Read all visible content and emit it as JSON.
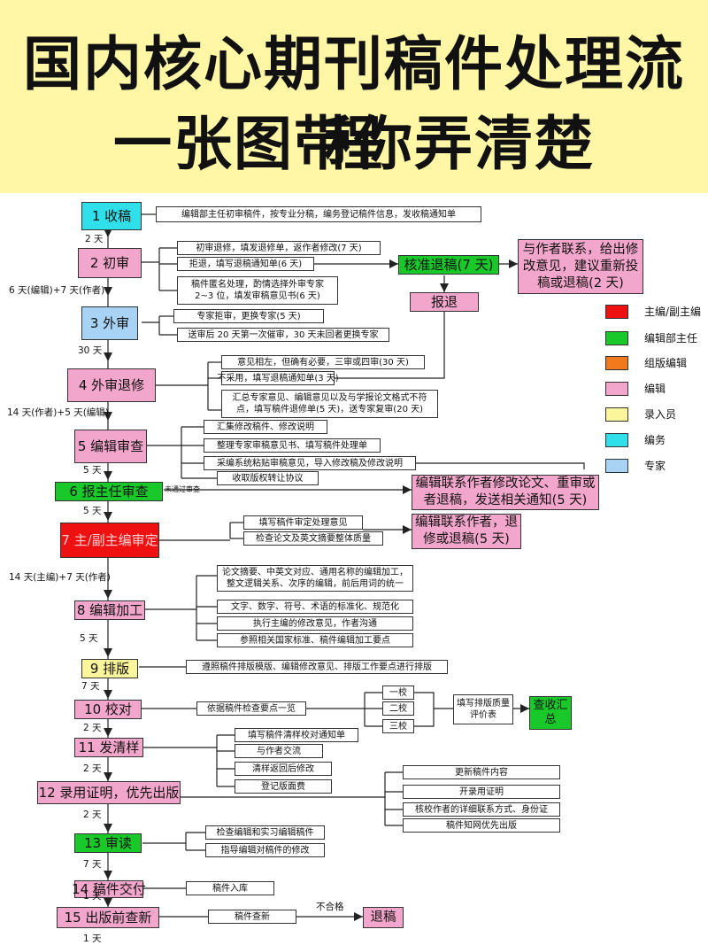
{
  "title": {
    "line1": "国内核心期刊稿件处理流程",
    "line2": "一张图带你弄清楚"
  },
  "colors": {
    "banner": "#fff7a6",
    "pink": "#f3a6cb",
    "blue": "#a9d3f5",
    "green": "#19c92a",
    "red": "#ef1111",
    "yellow": "#fbf59b",
    "cyan": "#2fe0ea",
    "orange": "#f27a1c"
  },
  "steps": [
    {
      "label": "1 收稿",
      "color": "cyan"
    },
    {
      "label": "2 初审",
      "color": "pink"
    },
    {
      "label": "3 外审",
      "color": "blue"
    },
    {
      "label": "4 外审退修",
      "color": "pink"
    },
    {
      "label": "5 编辑审查",
      "color": "pink"
    },
    {
      "label": "6 报主任审查",
      "color": "green"
    },
    {
      "label": "7 主/副主编审定",
      "color": "red"
    },
    {
      "label": "8 编辑加工",
      "color": "pink"
    },
    {
      "label": "9 排版",
      "color": "yellow"
    },
    {
      "label": "10 校对",
      "color": "pink"
    },
    {
      "label": "11 发清样",
      "color": "pink"
    },
    {
      "label": "12 录用证明，优先出版",
      "color": "pink"
    },
    {
      "label": "13 审读",
      "color": "green"
    },
    {
      "label": "14 稿件交付",
      "color": "pink"
    },
    {
      "label": "15 出版前查新",
      "color": "pink"
    }
  ],
  "durations": [
    "2 天",
    "6 天(编辑)+7 天(作者)",
    "30 天",
    "14 天(作者)+5 天(编辑)",
    "5 天",
    "5 天",
    "14 天(主编)+7 天(作者)",
    "5 天",
    "7 天",
    "2 天",
    "2 天",
    "2 天",
    "7 天",
    "1 天",
    "1 天"
  ],
  "notes": {
    "s1": [
      "编辑部主任初审稿件，按专业分稿，编务登记稿件信息，发收稿通知单"
    ],
    "s2": [
      "初审退修，填发退修单，返作者修改(7 天)",
      "拒退，填写退稿通知单(6 天)",
      "稿件匿名处理，酌情选择外审专家 2~3 位，填发审稿意见书(6 天)"
    ],
    "s3": [
      "专家拒审，更换专家(5 天)",
      "送审后 20 天第一次催审，30 天未回者更换专家"
    ],
    "s4": [
      "意见相左，但确有必要，三审或四审(30 天)",
      "不采用，填写退稿通知单(3 天)",
      "汇总专家意见、编辑意见以及与学报论文格式不符点，填写稿件退修单(5 天)，送专家复审(20 天)"
    ],
    "s5": [
      "汇集修改稿件、修改说明",
      "整理专家审稿意见书、填写稿件处理单",
      "采编系统粘贴审稿意见，导入修改稿及修改说明",
      "收取版权转让协议"
    ],
    "s6": [
      "未通过审查"
    ],
    "s7": [
      "填写稿件审定处理意见",
      "检查论文及英文摘要整体质量"
    ],
    "s8": [
      "论文摘要、中英文对应、通用名称的编辑加工，整文逻辑关系、次序的编辑，前后用词的统一",
      "文字、数字、符号、术语的标准化、规范化",
      "执行主编的修改意见，作者沟通",
      "参照相关国家标准、稿件编辑加工要点"
    ],
    "s9": [
      "遵照稿件排版模版、编辑修改意见、排版工作要点进行排版"
    ],
    "s10": [
      "依据稿件检查要点一览",
      "一校",
      "二校",
      "三校",
      "填写排版质量评价表"
    ],
    "s11": [
      "填写稿件清样校对通知单",
      "与作者交流",
      "清样返回后修改",
      "登记版面费"
    ],
    "s12": [
      "更新稿件内容",
      "开录用证明",
      "核校作者的详细联系方式、身份证",
      "稿件知网优先出版"
    ],
    "s13": [
      "检查编辑和实习编辑稿件",
      "指导编辑对稿件的修改"
    ],
    "s14": [
      "稿件入库"
    ],
    "s15": [
      "稿件查新",
      "不合格"
    ]
  },
  "side": {
    "reject_verify": "核准退稿(7 天)",
    "contact_author": "与作者联系，给出修改意见，建议重新投稿或退稿(2 天)",
    "reject": "报退",
    "notify_author": "编辑联系作者修改论文、重审或者退稿，发送相关通知(5 天)",
    "contact_revise": "编辑联系作者，退修或退稿(5 天)",
    "summary": "查收汇总",
    "final_reject": "退稿"
  },
  "legend": [
    {
      "color": "red",
      "label": "主编/副主编"
    },
    {
      "color": "green",
      "label": "编辑部主任"
    },
    {
      "color": "orange",
      "label": "组版编辑"
    },
    {
      "color": "pink",
      "label": "编辑"
    },
    {
      "color": "yellow",
      "label": "录入员"
    },
    {
      "color": "cyan",
      "label": "编务"
    },
    {
      "color": "blue",
      "label": "专家"
    }
  ]
}
